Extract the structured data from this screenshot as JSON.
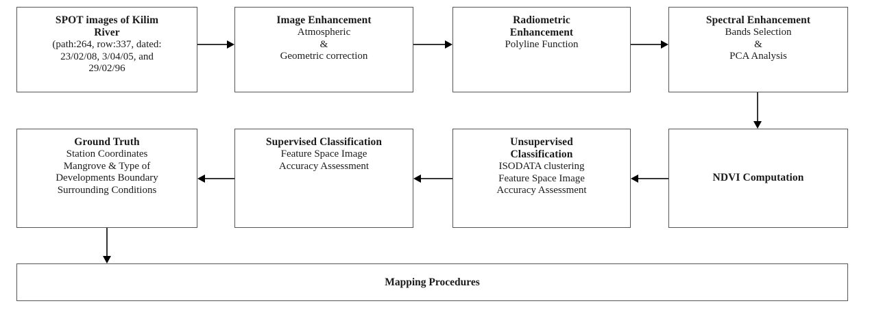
{
  "diagram": {
    "title": "Methodology flowchart for SPOT image processing of Kilim River",
    "background_color": "#ffffff",
    "border_color": "#545454",
    "connector_color": "#343434",
    "nodes": [
      {
        "id": "spot-images",
        "title": "SPOT images of Kilim\nRiver",
        "body": "(path:264, row:337, dated:\n23/02/08, 3/04/05, and\n29/02/96"
      },
      {
        "id": "image-enhancement",
        "title": "Image Enhancement",
        "body": "Atmospheric\n&\nGeometric correction"
      },
      {
        "id": "radiometric-enhancement",
        "title": "Radiometric\nEnhancement",
        "body": "Polyline Function"
      },
      {
        "id": "spectral-enhancement",
        "title": "Spectral Enhancement",
        "body": "Bands Selection\n&\nPCA Analysis"
      },
      {
        "id": "ground-truth",
        "title": "Ground Truth",
        "body": "Station Coordinates\nMangrove & Type of\nDevelopments Boundary\nSurrounding Conditions"
      },
      {
        "id": "supervised-classification",
        "title": "Supervised Classification",
        "body": "Feature Space Image\nAccuracy Assessment"
      },
      {
        "id": "unsupervised-classification",
        "title": "Unsupervised\nClassification",
        "body": "ISODATA clustering\nFeature Space Image\nAccuracy Assessment"
      },
      {
        "id": "ndvi-computation",
        "title": "NDVI Computation",
        "body": ""
      }
    ],
    "bar": {
      "id": "mapping-procedures",
      "title": "Mapping Procedures"
    },
    "connectors": [
      {
        "id": "spot-to-image-enhancement",
        "direction": "right"
      },
      {
        "id": "image-enhancement-to-radiometric",
        "direction": "right"
      },
      {
        "id": "radiometric-to-spectral",
        "direction": "right"
      },
      {
        "id": "spectral-to-ndvi",
        "direction": "down"
      },
      {
        "id": "ndvi-to-unsupervised",
        "direction": "left"
      },
      {
        "id": "unsupervised-to-supervised",
        "direction": "left"
      },
      {
        "id": "supervised-to-ground-truth",
        "direction": "left"
      },
      {
        "id": "ground-truth-to-mapping-procedures",
        "direction": "down"
      }
    ]
  }
}
